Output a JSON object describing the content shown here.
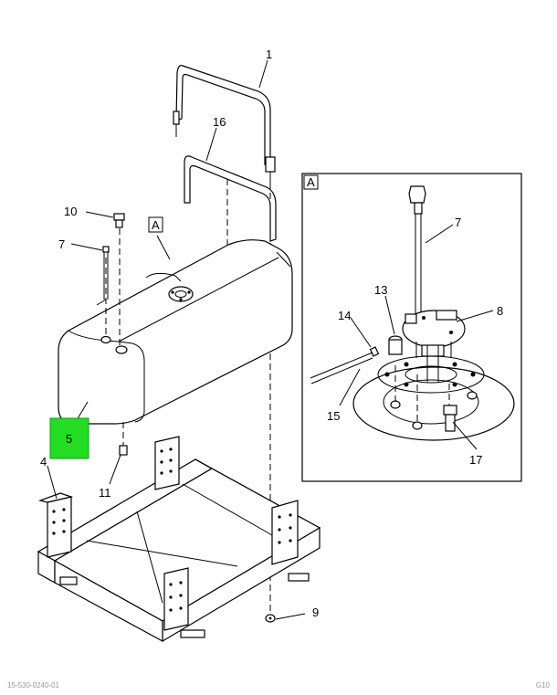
{
  "callouts": {
    "p1": "1",
    "p16": "16",
    "p10": "10",
    "p7": "7",
    "pA": "A",
    "p5": "5",
    "p4": "4",
    "p11": "11",
    "p9": "9"
  },
  "detail": {
    "title": "A",
    "p7": "7",
    "p13": "13",
    "p8": "8",
    "p14": "14",
    "p15": "15",
    "p17": "17"
  },
  "highlight_color": "#22dd22",
  "footer": {
    "left": "15-530-0240-01",
    "right": "G10"
  }
}
